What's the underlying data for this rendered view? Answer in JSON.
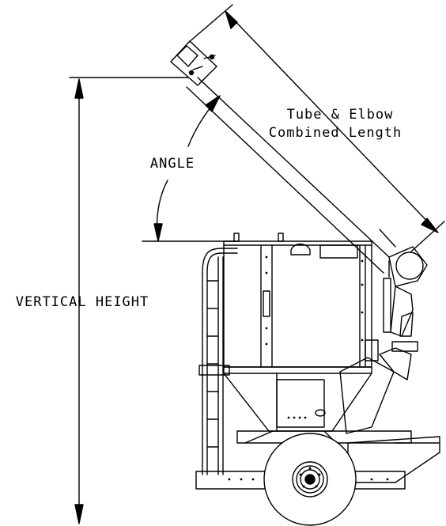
{
  "labels": {
    "tube_line1": "Tube & Elbow",
    "tube_line2": "Combined Length",
    "angle": "ANGLE",
    "vertical_height": "VERTICAL HEIGHT"
  },
  "colors": {
    "line": "#000000",
    "background": "#ffffff"
  }
}
